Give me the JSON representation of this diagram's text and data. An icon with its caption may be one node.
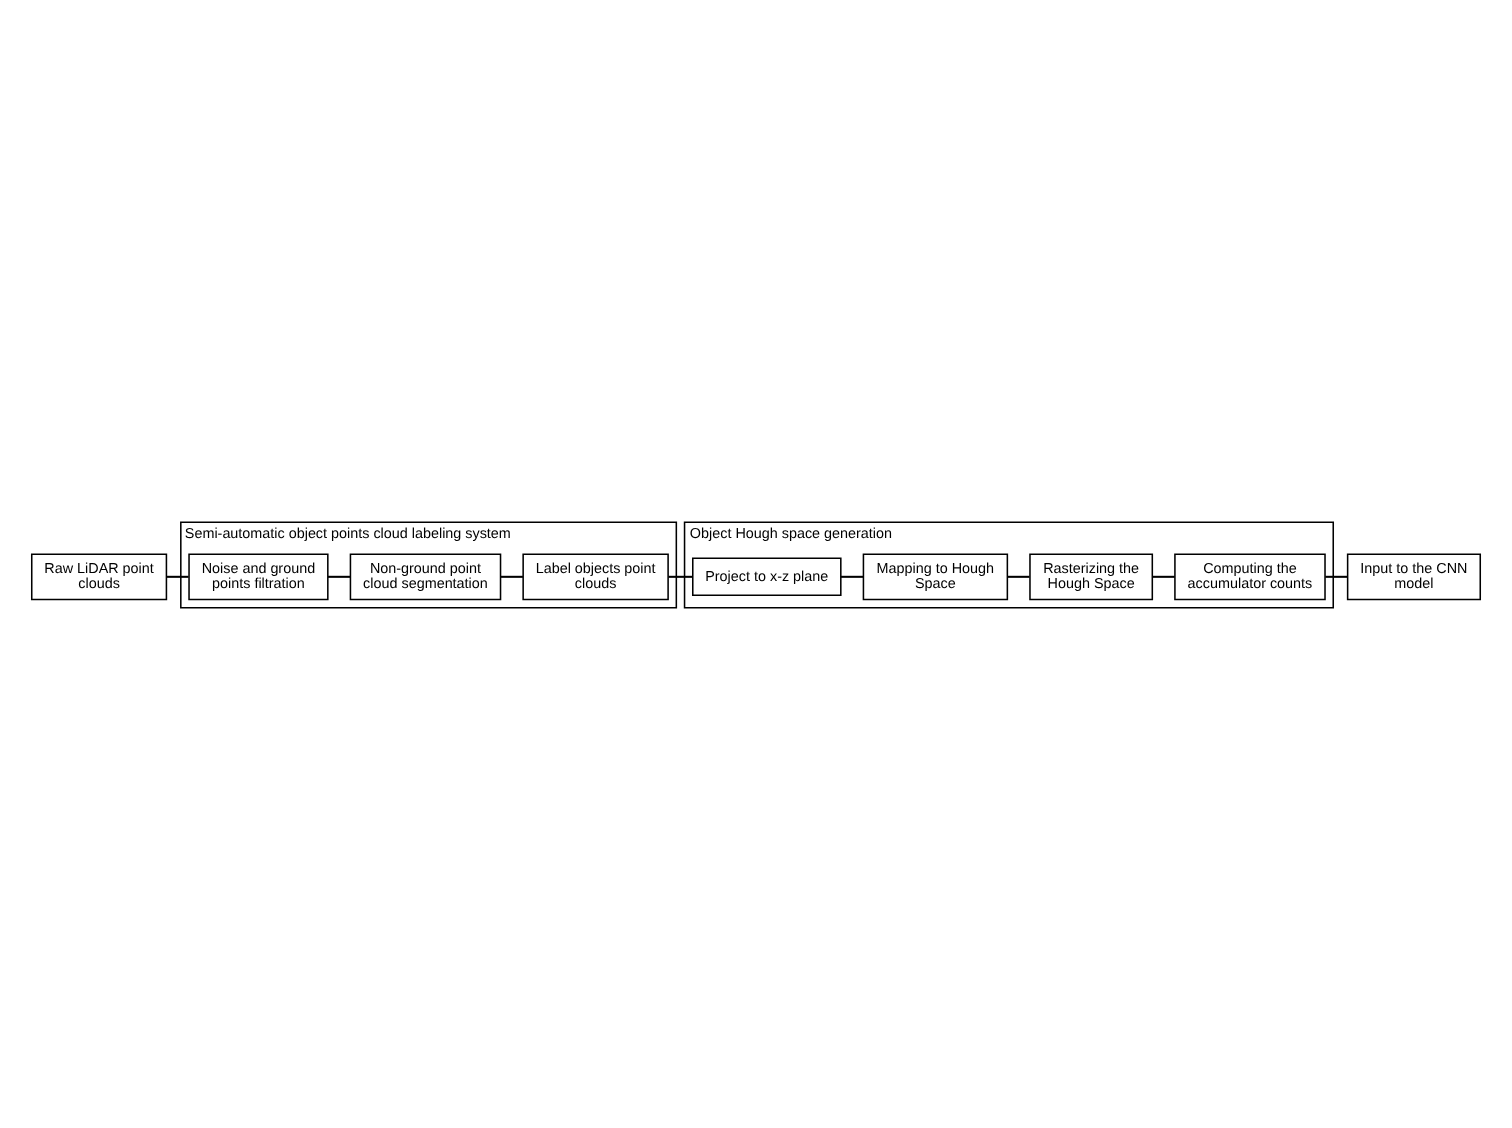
{
  "diagram": {
    "nodes": [
      {
        "text": [
          "Semi-automatic object points cloud labeling system"
        ]
      },
      {
        "text": [
          "Raw LiDAR point clouds"
        ]
      },
      {
        "text": [
          "Noise and ground points filtration"
        ],
        "in": 0
      },
      {
        "text": [
          "Non-ground point cloud segmentation"
        ],
        "in": 0
      },
      {
        "text": [
          "Label objects point clouds"
        ],
        "in": 0
      },
      {
        "text": [
          "Object Hough space generation"
        ]
      },
      {
        "text": [
          "Project to x-z plane"
        ],
        "in": 5
      },
      {
        "text": [
          "Mapping to Hough Space"
        ],
        "in": 5
      },
      {
        "text": [
          "Rasterizing the Hough Space"
        ],
        "in": 5
      },
      {
        "text": [
          "Computing the accumulator counts"
        ],
        "in": 5
      },
      {
        "text": [
          "Input to the CNN model"
        ]
      }
    ],
    "edges": [
      {
        "from": 1,
        "to": 2,
        "arrow": "none"
      },
      {
        "from": 2,
        "to": 3,
        "arrow": "none"
      },
      {
        "from": 3,
        "to": 4,
        "arrow": "none"
      },
      {
        "from": 4,
        "to": 6,
        "arrow": "none"
      },
      {
        "from": 6,
        "to": 7,
        "arrow": "none"
      },
      {
        "from": 7,
        "to": 8,
        "arrow": "none"
      },
      {
        "from": 8,
        "to": 9,
        "arrow": "none"
      },
      {
        "from": 9,
        "to": 10,
        "arrow": "none"
      }
    ]
  }
}
